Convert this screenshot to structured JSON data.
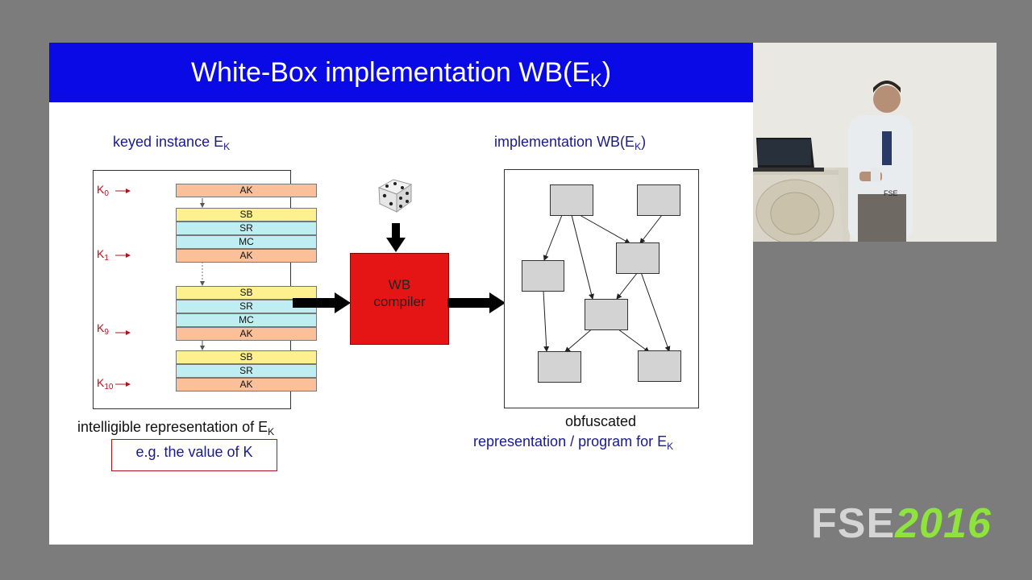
{
  "slide": {
    "title": "White-Box implementation WB(E",
    "title_sub": "K",
    "title_end": ")",
    "left_heading": "keyed instance E",
    "left_heading_sub": "K",
    "right_heading": "implementation WB(E",
    "right_heading_sub": "K",
    "right_heading_end": ")",
    "key_labels": [
      {
        "main": "K",
        "sub": "0"
      },
      {
        "main": "K",
        "sub": "1"
      },
      {
        "main": "K",
        "sub": "9"
      },
      {
        "main": "K",
        "sub": "10"
      }
    ],
    "stages": [
      "AK",
      "SB",
      "SR",
      "MC",
      "AK",
      "SB",
      "SR",
      "MC",
      "AK",
      "SB",
      "SR",
      "AK"
    ],
    "compiler_line1": "WB",
    "compiler_line2": "compiler",
    "caption_left": "intelligible representation of E",
    "caption_left_sub": "K",
    "key_example": "e.g. the value of K",
    "caption_right_line1": "obfuscated",
    "caption_right_line2": "representation / program for E",
    "caption_right_sub": "K"
  },
  "video": {
    "podium_label": "FSE"
  },
  "branding": {
    "event": "FSE",
    "year": "2016"
  },
  "colors": {
    "title_bar": "#0a0ae6",
    "compiler": "#e51515",
    "key_label": "#b0141e",
    "caption_blue": "#1a1a8c",
    "ak": "#f9c09a",
    "sb": "#fdf08e",
    "sr_mc": "#bfeef2",
    "year": "#8ee43c"
  },
  "icons": [
    "dice-icon",
    "arrow-right-icon",
    "arrow-down-icon"
  ]
}
